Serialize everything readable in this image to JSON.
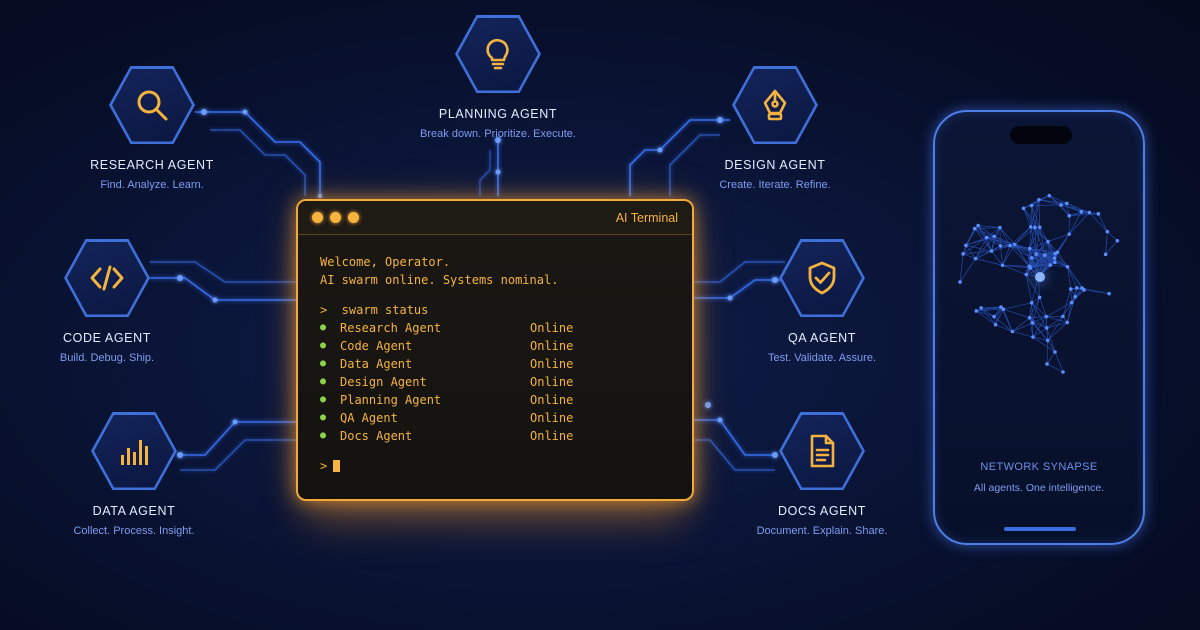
{
  "agents": {
    "research": {
      "name": "RESEARCH AGENT",
      "tagline": "Find. Analyze. Learn.",
      "icon": "magnifier-icon"
    },
    "planning": {
      "name": "PLANNING AGENT",
      "tagline": "Break down. Prioritize. Execute.",
      "icon": "lightbulb-icon"
    },
    "design": {
      "name": "DESIGN AGENT",
      "tagline": "Create. Iterate. Refine.",
      "icon": "pen-nib-icon"
    },
    "code": {
      "name": "CODE AGENT",
      "tagline": "Build. Debug. Ship.",
      "icon": "code-brackets-icon"
    },
    "qa": {
      "name": "QA AGENT",
      "tagline": "Test. Validate. Assure.",
      "icon": "shield-check-icon"
    },
    "data": {
      "name": "DATA AGENT",
      "tagline": "Collect. Process. Insight.",
      "icon": "bar-chart-icon"
    },
    "docs": {
      "name": "DOCS AGENT",
      "tagline": "Document. Explain. Share.",
      "icon": "document-icon"
    }
  },
  "terminal": {
    "title": "AI Terminal",
    "welcome": "Welcome, Operator.",
    "status_line": "AI swarm online. Systems nominal.",
    "command": ">  swarm status",
    "prompt": ">",
    "rows": [
      {
        "agent": "Research Agent",
        "status": "Online"
      },
      {
        "agent": "Code Agent",
        "status": "Online"
      },
      {
        "agent": "Data Agent",
        "status": "Online"
      },
      {
        "agent": "Design Agent",
        "status": "Online"
      },
      {
        "agent": "Planning Agent",
        "status": "Online"
      },
      {
        "agent": "QA Agent",
        "status": "Online"
      },
      {
        "agent": "Docs Agent",
        "status": "Online"
      }
    ]
  },
  "phone": {
    "title": "NETWORK SYNAPSE",
    "subtitle": "All agents. One intelligence."
  },
  "colors": {
    "accent_amber": "#f4b33f",
    "accent_blue": "#4e7ee8",
    "status_green": "#8bd34a",
    "background": "#0a1538"
  }
}
